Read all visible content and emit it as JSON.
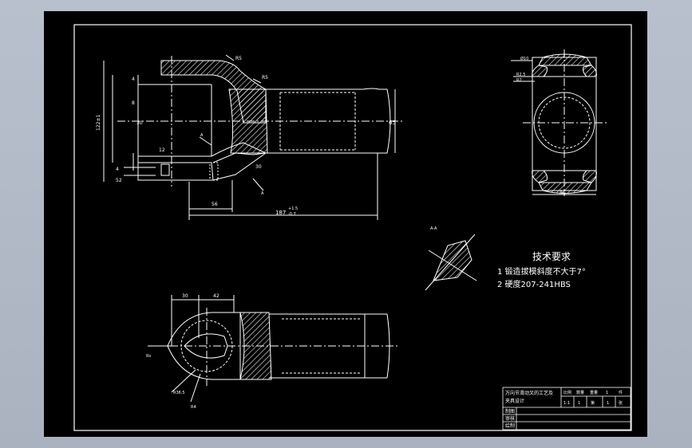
{
  "drawing": {
    "front_view": {
      "dims": {
        "r5_top": "R5",
        "r5_mid": "R5",
        "d4": "4",
        "d8": "8",
        "d12": "12",
        "d122": "122±1",
        "d30": "30",
        "d4s": "4",
        "d52": "52",
        "d56": "56",
        "d65": "65",
        "d30r": "30",
        "d187": "187",
        "tol_up": "+1.5",
        "tol_dn": "-0.7",
        "section_a1": "A",
        "section_a2": "A"
      }
    },
    "side_view": {
      "dims": {
        "top_label": "Ø10",
        "r2": "R2.5",
        "r12": "R2",
        "width": "86"
      }
    },
    "section_aa": {
      "label": "A-A"
    },
    "plan_view": {
      "dims": {
        "d30": "30",
        "d42": "42",
        "left": "Rs",
        "r36": "R36.5",
        "bottom": "R4"
      }
    },
    "notes": {
      "title": "技术要求",
      "items": [
        "1  锻造拔模斜度不大于7°",
        "2  硬度207-241HBS"
      ]
    },
    "title_block": {
      "name_line1": "万向节滑动叉的工艺及",
      "name_line2": "夹具设计",
      "cells": [
        "比例",
        "数量",
        "重量",
        "1",
        "件"
      ],
      "ratio_row": [
        "1:1",
        "1",
        "第",
        "1",
        "张"
      ],
      "roles": [
        "制图",
        "审核",
        "绘制"
      ]
    }
  }
}
